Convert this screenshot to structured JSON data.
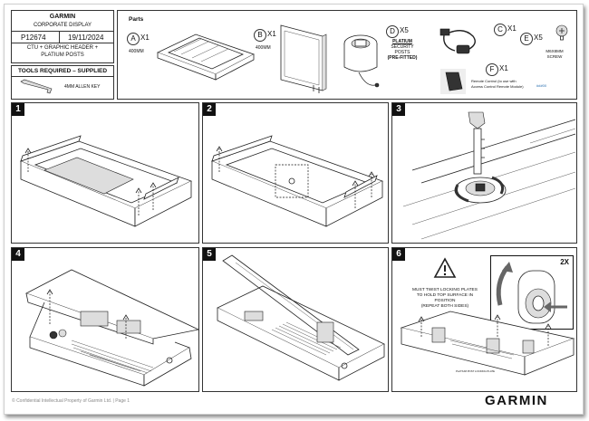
{
  "title_block": {
    "brand": "GARMIN",
    "doc_type": "CORPORATE DISPLAY",
    "part_no": "P12674",
    "date": "19/11/2024",
    "description_line1": "CTU + GRAPHIC HEADER +",
    "description_line2": "PLATIUM POSTS"
  },
  "tools": {
    "heading": "TOOLS REQUIRED – SUPPLIED",
    "item": "4MM ALLEN KEY"
  },
  "parts": {
    "heading": "Parts",
    "a": {
      "letter": "A",
      "qty": "X1",
      "size": "400MM"
    },
    "b": {
      "letter": "B",
      "qty": "X1",
      "size": "400MM"
    },
    "c": {
      "letter": "C",
      "qty": "X1"
    },
    "d": {
      "letter": "D",
      "qty": "X5",
      "line1": "PLATIUM",
      "line2": "SECURITY",
      "line3": "POSTS",
      "line4": "(PRE-FITTED)"
    },
    "e": {
      "letter": "E",
      "qty": "X5",
      "line1": "M6X8MM",
      "line2": "SCREW"
    },
    "f": {
      "letter": "F",
      "qty": "X1",
      "line1": "Remote Control (to use with",
      "line2": "Access Control Remote Module)",
      "code": "###00"
    }
  },
  "steps": [
    {
      "number": "1"
    },
    {
      "number": "2"
    },
    {
      "number": "3"
    },
    {
      "number": "4"
    },
    {
      "number": "5"
    },
    {
      "number": "6",
      "note_line1": "MUST TWIST LOCKING PLATES",
      "note_line2": "TO HOLD TOP SURFACE IN",
      "note_line3": "POSITION",
      "note_line4": "(REPEAT BOTH SIDES)",
      "multiplier": "2X",
      "caption": "PLATIUM POST LOCKING PLATE"
    }
  ],
  "footer": {
    "confidential": "© Confidential Intellectual Property of Garmin Ltd. | Page 1",
    "logo": "GARMIN"
  }
}
